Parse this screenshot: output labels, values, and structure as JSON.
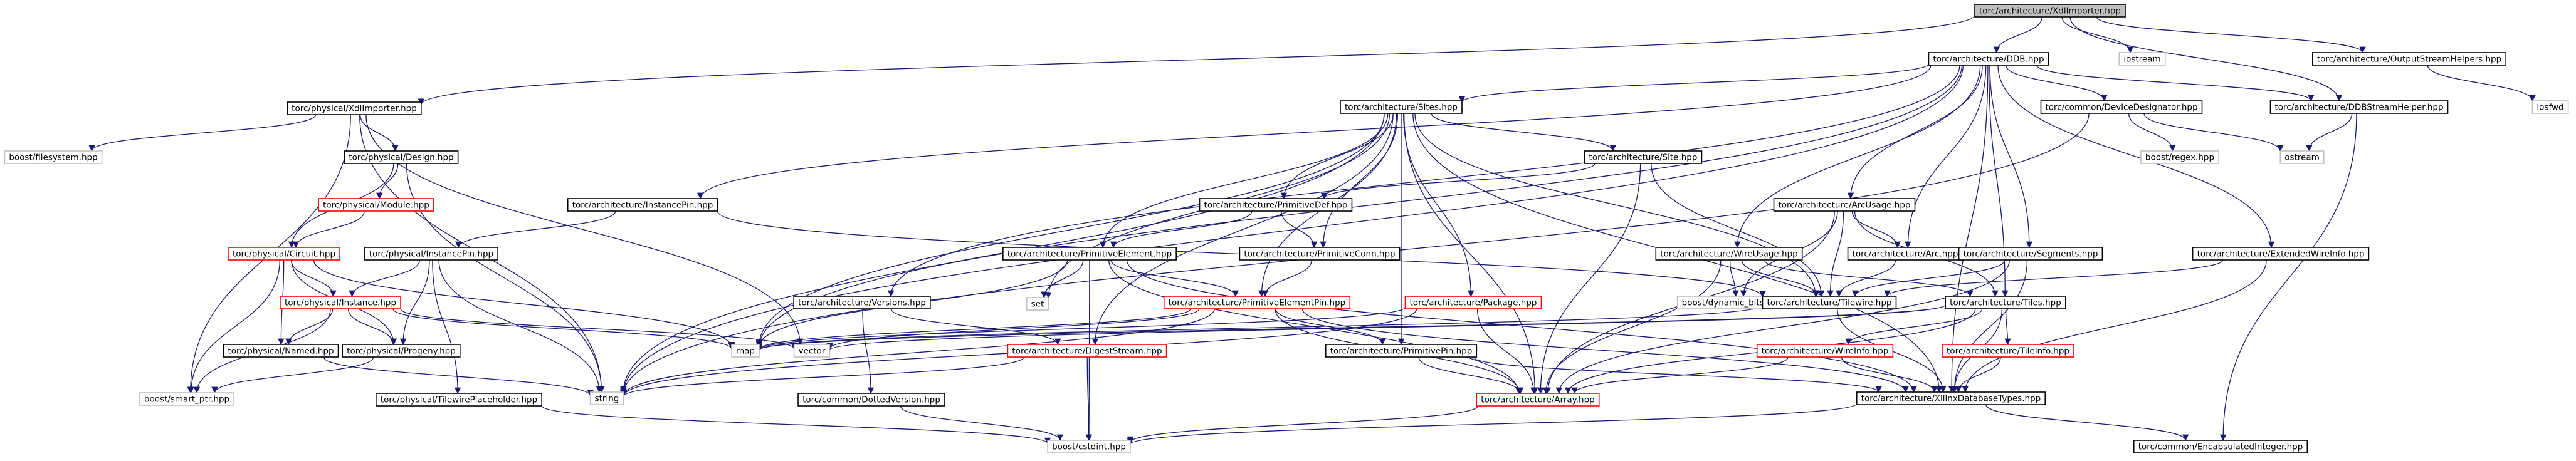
{
  "diagram": {
    "nodes": [
      {
        "id": "root",
        "label": "torc/architecture/XdlImporter.hpp",
        "style": "root"
      },
      {
        "id": "ddb",
        "label": "torc/architecture/DDB.hpp",
        "style": "normal"
      },
      {
        "id": "iostream",
        "label": "iostream",
        "style": "grey"
      },
      {
        "id": "osh",
        "label": "torc/architecture/OutputStreamHelpers.hpp",
        "style": "normal"
      },
      {
        "id": "iosfwd",
        "label": "iosfwd",
        "style": "grey"
      },
      {
        "id": "pxdl",
        "label": "torc/physical/XdlImporter.hpp",
        "style": "normal"
      },
      {
        "id": "bfs",
        "label": "boost/filesystem.hpp",
        "style": "grey"
      },
      {
        "id": "design",
        "label": "torc/physical/Design.hpp",
        "style": "normal"
      },
      {
        "id": "module",
        "label": "torc/physical/Module.hpp",
        "style": "red"
      },
      {
        "id": "circuit",
        "label": "torc/physical/Circuit.hpp",
        "style": "red"
      },
      {
        "id": "instance",
        "label": "torc/physical/Instance.hpp",
        "style": "red"
      },
      {
        "id": "named",
        "label": "torc/physical/Named.hpp",
        "style": "normal"
      },
      {
        "id": "progeny",
        "label": "torc/physical/Progeny.hpp",
        "style": "normal"
      },
      {
        "id": "ipin",
        "label": "torc/physical/InstancePin.hpp",
        "style": "normal"
      },
      {
        "id": "tph",
        "label": "torc/physical/TilewirePlaceholder.hpp",
        "style": "normal"
      },
      {
        "id": "smartptr",
        "label": "boost/smart_ptr.hpp",
        "style": "grey"
      },
      {
        "id": "string",
        "label": "string",
        "style": "grey"
      },
      {
        "id": "map",
        "label": "map",
        "style": "grey"
      },
      {
        "id": "vector",
        "label": "vector",
        "style": "grey"
      },
      {
        "id": "set",
        "label": "set",
        "style": "grey"
      },
      {
        "id": "sites",
        "label": "torc/architecture/Sites.hpp",
        "style": "normal"
      },
      {
        "id": "ainstpin",
        "label": "torc/architecture/InstancePin.hpp",
        "style": "normal"
      },
      {
        "id": "versions",
        "label": "torc/architecture/Versions.hpp",
        "style": "normal"
      },
      {
        "id": "dotted",
        "label": "torc/common/DottedVersion.hpp",
        "style": "normal"
      },
      {
        "id": "digest",
        "label": "torc/architecture/DigestStream.hpp",
        "style": "red"
      },
      {
        "id": "cstdint",
        "label": "boost/cstdint.hpp",
        "style": "grey"
      },
      {
        "id": "pdef",
        "label": "torc/architecture/PrimitiveDef.hpp",
        "style": "normal"
      },
      {
        "id": "pelem",
        "label": "torc/architecture/PrimitiveElement.hpp",
        "style": "normal"
      },
      {
        "id": "pconn",
        "label": "torc/architecture/PrimitiveConn.hpp",
        "style": "normal"
      },
      {
        "id": "pelempin",
        "label": "torc/architecture/PrimitiveElementPin.hpp",
        "style": "red"
      },
      {
        "id": "ppin",
        "label": "torc/architecture/PrimitivePin.hpp",
        "style": "normal"
      },
      {
        "id": "package",
        "label": "torc/architecture/Package.hpp",
        "style": "red"
      },
      {
        "id": "array",
        "label": "torc/architecture/Array.hpp",
        "style": "red"
      },
      {
        "id": "site",
        "label": "torc/architecture/Site.hpp",
        "style": "normal"
      },
      {
        "id": "devdes",
        "label": "torc/common/DeviceDesignator.hpp",
        "style": "normal"
      },
      {
        "id": "regex",
        "label": "boost/regex.hpp",
        "style": "grey"
      },
      {
        "id": "ostream",
        "label": "ostream",
        "style": "grey"
      },
      {
        "id": "ddbsh",
        "label": "torc/architecture/DDBStreamHelper.hpp",
        "style": "normal"
      },
      {
        "id": "arcusage",
        "label": "torc/architecture/ArcUsage.hpp",
        "style": "normal"
      },
      {
        "id": "arc",
        "label": "torc/architecture/Arc.hpp",
        "style": "normal"
      },
      {
        "id": "wireusage",
        "label": "torc/architecture/WireUsage.hpp",
        "style": "normal"
      },
      {
        "id": "dynbitset",
        "label": "boost/dynamic_bitset.hpp",
        "style": "grey"
      },
      {
        "id": "tilewire",
        "label": "torc/architecture/Tilewire.hpp",
        "style": "normal"
      },
      {
        "id": "segments",
        "label": "torc/architecture/Segments.hpp",
        "style": "normal"
      },
      {
        "id": "tiles",
        "label": "torc/architecture/Tiles.hpp",
        "style": "normal"
      },
      {
        "id": "wireinfo",
        "label": "torc/architecture/WireInfo.hpp",
        "style": "red"
      },
      {
        "id": "tileinfo",
        "label": "torc/architecture/TileInfo.hpp",
        "style": "red"
      },
      {
        "id": "xdbt",
        "label": "torc/architecture/XilinxDatabaseTypes.hpp",
        "style": "normal"
      },
      {
        "id": "encint",
        "label": "torc/common/EncapsulatedInteger.hpp",
        "style": "normal"
      },
      {
        "id": "ewi",
        "label": "torc/architecture/ExtendedWireInfo.hpp",
        "style": "normal"
      }
    ],
    "edges": [
      [
        "root",
        "ddb"
      ],
      [
        "root",
        "iostream"
      ],
      [
        "root",
        "osh"
      ],
      [
        "root",
        "pxdl"
      ],
      [
        "root",
        "ddbsh"
      ],
      [
        "osh",
        "iosfwd"
      ],
      [
        "pxdl",
        "bfs"
      ],
      [
        "pxdl",
        "design"
      ],
      [
        "pxdl",
        "smartptr"
      ],
      [
        "pxdl",
        "string"
      ],
      [
        "pxdl",
        "vector"
      ],
      [
        "design",
        "module"
      ],
      [
        "design",
        "circuit"
      ],
      [
        "design",
        "string"
      ],
      [
        "module",
        "circuit"
      ],
      [
        "circuit",
        "instance"
      ],
      [
        "circuit",
        "named"
      ],
      [
        "circuit",
        "progeny"
      ],
      [
        "circuit",
        "smartptr"
      ],
      [
        "circuit",
        "map"
      ],
      [
        "instance",
        "named"
      ],
      [
        "instance",
        "progeny"
      ],
      [
        "instance",
        "smartptr"
      ],
      [
        "instance",
        "map"
      ],
      [
        "instance",
        "vector"
      ],
      [
        "named",
        "string"
      ],
      [
        "progeny",
        "smartptr"
      ],
      [
        "ipin",
        "instance"
      ],
      [
        "ipin",
        "progeny"
      ],
      [
        "ipin",
        "tph"
      ],
      [
        "ipin",
        "string"
      ],
      [
        "tph",
        "cstdint"
      ],
      [
        "ddb",
        "sites"
      ],
      [
        "ddb",
        "ainstpin"
      ],
      [
        "ddb",
        "versions"
      ],
      [
        "ddb",
        "devdes"
      ],
      [
        "ddb",
        "ddbsh"
      ],
      [
        "ddb",
        "arcusage"
      ],
      [
        "ddb",
        "wireusage"
      ],
      [
        "ddb",
        "arc"
      ],
      [
        "ddb",
        "segments"
      ],
      [
        "ddb",
        "tiles"
      ],
      [
        "ddb",
        "ewi"
      ],
      [
        "ddb",
        "string"
      ],
      [
        "ddb",
        "map"
      ],
      [
        "ddb",
        "xdbt"
      ],
      [
        "ainstpin",
        "tilewire"
      ],
      [
        "ainstpin",
        "ipin"
      ],
      [
        "versions",
        "dotted"
      ],
      [
        "versions",
        "digest"
      ],
      [
        "dotted",
        "cstdint"
      ],
      [
        "digest",
        "cstdint"
      ],
      [
        "digest",
        "string"
      ],
      [
        "sites",
        "site"
      ],
      [
        "sites",
        "pdef"
      ],
      [
        "sites",
        "pelem"
      ],
      [
        "sites",
        "pconn"
      ],
      [
        "sites",
        "pelempin"
      ],
      [
        "sites",
        "ppin"
      ],
      [
        "sites",
        "package"
      ],
      [
        "sites",
        "array"
      ],
      [
        "sites",
        "digest"
      ],
      [
        "sites",
        "string"
      ],
      [
        "sites",
        "map"
      ],
      [
        "sites",
        "set"
      ],
      [
        "sites",
        "tilewire"
      ],
      [
        "sites",
        "xdbt"
      ],
      [
        "site",
        "pdef"
      ],
      [
        "site",
        "tilewire"
      ],
      [
        "site",
        "array"
      ],
      [
        "pdef",
        "pelem"
      ],
      [
        "pdef",
        "pconn"
      ],
      [
        "pconn",
        "pelempin"
      ],
      [
        "pelem",
        "pelempin"
      ],
      [
        "pelem",
        "set"
      ],
      [
        "pelem",
        "map"
      ],
      [
        "pelem",
        "array"
      ],
      [
        "pelem",
        "cstdint"
      ],
      [
        "pelem",
        "xdbt"
      ],
      [
        "pelempin",
        "ppin"
      ],
      [
        "pelempin",
        "array"
      ],
      [
        "pelempin",
        "map"
      ],
      [
        "pelempin",
        "vector"
      ],
      [
        "pelempin",
        "string"
      ],
      [
        "pelempin",
        "xdbt"
      ],
      [
        "ppin",
        "array"
      ],
      [
        "ppin",
        "xdbt"
      ],
      [
        "package",
        "array"
      ],
      [
        "package",
        "map"
      ],
      [
        "package",
        "string"
      ],
      [
        "array",
        "cstdint"
      ],
      [
        "devdes",
        "regex"
      ],
      [
        "devdes",
        "ostream"
      ],
      [
        "devdes",
        "string"
      ],
      [
        "ddbsh",
        "ostream"
      ],
      [
        "ddbsh",
        "encint"
      ],
      [
        "arcusage",
        "arc"
      ],
      [
        "arcusage",
        "tilewire"
      ],
      [
        "arcusage",
        "tiles"
      ],
      [
        "arcusage",
        "dynbitset"
      ],
      [
        "arcusage",
        "array"
      ],
      [
        "arc",
        "tilewire"
      ],
      [
        "wireusage",
        "tilewire"
      ],
      [
        "wireusage",
        "tiles"
      ],
      [
        "wireusage",
        "dynbitset"
      ],
      [
        "wireusage",
        "array"
      ],
      [
        "segments",
        "tilewire"
      ],
      [
        "segments",
        "array"
      ],
      [
        "segments",
        "xdbt"
      ],
      [
        "tiles",
        "wireinfo"
      ],
      [
        "tiles",
        "tileinfo"
      ],
      [
        "tiles",
        "array"
      ],
      [
        "tiles",
        "xdbt"
      ],
      [
        "tiles",
        "vector"
      ],
      [
        "tiles",
        "map"
      ],
      [
        "wireinfo",
        "array"
      ],
      [
        "wireinfo",
        "xdbt"
      ],
      [
        "tileinfo",
        "xdbt"
      ],
      [
        "tilewire",
        "xdbt"
      ],
      [
        "tilewire",
        "map"
      ],
      [
        "xdbt",
        "cstdint"
      ],
      [
        "xdbt",
        "encint"
      ],
      [
        "ewi",
        "tilewire"
      ],
      [
        "ewi",
        "xdbt"
      ]
    ]
  }
}
